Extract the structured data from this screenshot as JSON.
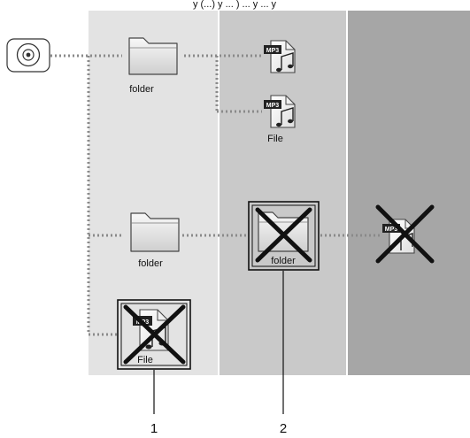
{
  "diagram": {
    "top_text": "y (...) y ... ) ... y ... y",
    "labels": {
      "folder_top": "folder",
      "folder_mid": "folder",
      "folder_boxed": "folder",
      "file_top": "File",
      "file_bottom": "File"
    },
    "mp3_badge": "MP3",
    "callouts": [
      "1",
      "2"
    ],
    "colors": {
      "column1": "#e3e3e3",
      "column2": "#c9c9c9",
      "column3": "#a6a6a6",
      "dots": "#8a8a8a",
      "cross": "#111111"
    },
    "icons": [
      "cd-disc-icon",
      "folder-icon",
      "mp3-file-icon",
      "cross-icon"
    ]
  }
}
